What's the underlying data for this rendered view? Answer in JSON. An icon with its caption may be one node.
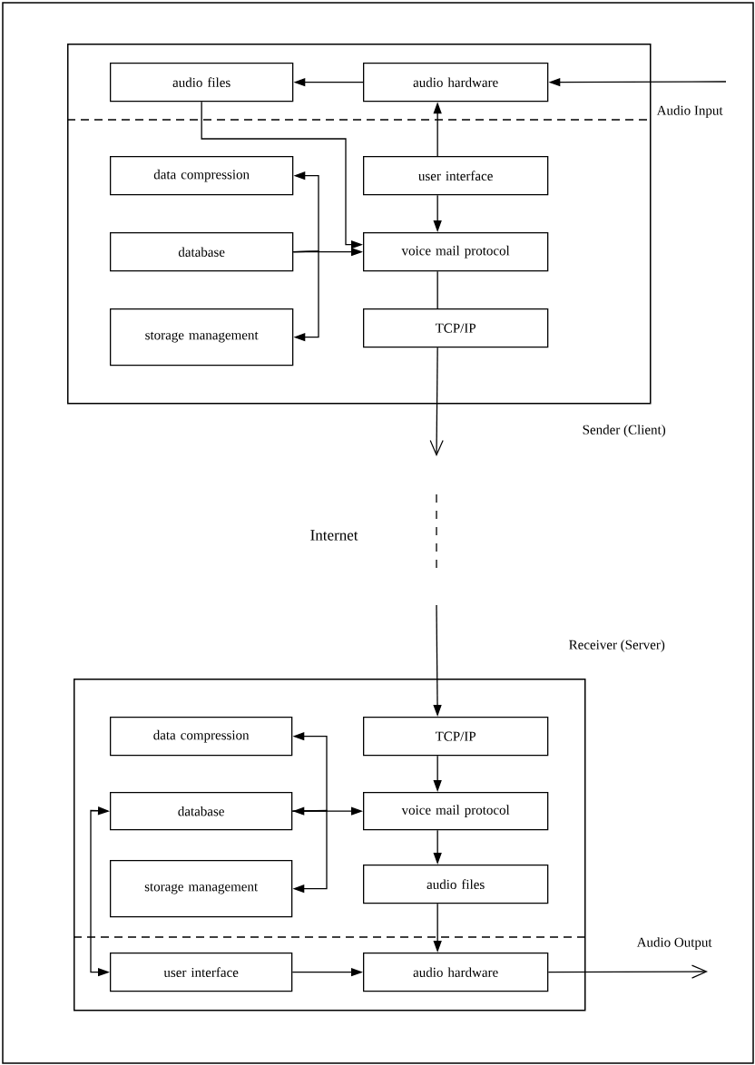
{
  "diagram": {
    "nodes": [
      {
        "text": [],
        "shape": "box"
      },
      {
        "text": [
          "audio files"
        ],
        "in": 0
      },
      {
        "text": [
          "audio hardware"
        ],
        "in": 0
      },
      {
        "text": [
          "data compression"
        ],
        "in": 0
      },
      {
        "text": [
          "user interface"
        ],
        "in": 0
      },
      {
        "text": [
          "database"
        ],
        "in": 0
      },
      {
        "text": [
          "voice mail protocol"
        ],
        "in": 0
      },
      {
        "text": [
          "storage management"
        ],
        "in": 0
      },
      {
        "text": [
          "TCP/IP"
        ],
        "in": 0
      },
      {
        "text": [],
        "shape": "box"
      },
      {
        "text": [
          "data compression"
        ],
        "in": 9
      },
      {
        "text": [
          "TCP/IP"
        ],
        "in": 9
      },
      {
        "text": [
          "database"
        ],
        "in": 9
      },
      {
        "text": [
          "voice mail protocol"
        ],
        "in": 9
      },
      {
        "text": [
          "storage management"
        ],
        "in": 9
      },
      {
        "text": [
          "audio files"
        ],
        "in": 9
      },
      {
        "text": [
          "user interface"
        ],
        "in": 9
      },
      {
        "text": [
          "audio hardware"
        ],
        "in": 9
      }
    ],
    "edges": [
      {
        "from": 2,
        "to": 1,
        "arrow": "to"
      },
      {
        "from": null,
        "to": 2,
        "arrow": "to"
      },
      {
        "from": 1,
        "to": 6,
        "arrow": "to"
      },
      {
        "from": 4,
        "to": 2,
        "arrow": "to"
      },
      {
        "from": 4,
        "to": 6,
        "arrow": "to"
      },
      {
        "from": 5,
        "to": 6,
        "arrow": "to"
      },
      {
        "from": 5,
        "to": 3,
        "arrow": "to"
      },
      {
        "from": 5,
        "to": 7,
        "arrow": "to"
      },
      {
        "from": 6,
        "to": 8,
        "arrow": "none"
      },
      {
        "from": 8,
        "to": null,
        "arrow": "to"
      },
      {
        "from": null,
        "to": 11,
        "arrow": "to"
      },
      {
        "from": 11,
        "to": 13,
        "arrow": "to"
      },
      {
        "from": 12,
        "to": 13,
        "arrow": "both"
      },
      {
        "from": 12,
        "to": 10,
        "arrow": "to"
      },
      {
        "from": 12,
        "to": 14,
        "arrow": "to"
      },
      {
        "from": 13,
        "to": 15,
        "arrow": "to"
      },
      {
        "from": 15,
        "to": 17,
        "arrow": "to"
      },
      {
        "from": 16,
        "to": 17,
        "arrow": "to"
      },
      {
        "from": 12,
        "to": 16,
        "arrow": "both"
      },
      {
        "from": 17,
        "to": null,
        "arrow": "to"
      }
    ],
    "labels": [
      "Audio Input",
      "Sender (Client)",
      "Internet",
      "Receiver (Server)",
      "Audio Output"
    ]
  }
}
